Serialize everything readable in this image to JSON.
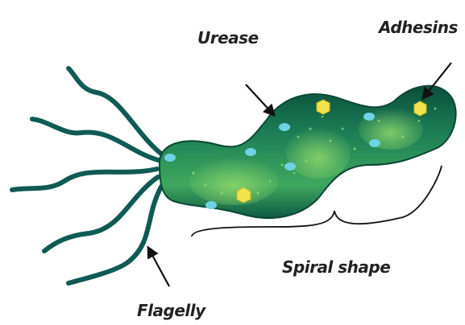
{
  "labels": {
    "urease": "Urease",
    "adhesins": "Adhesins",
    "spiral_shape": "Spiral shape",
    "flagelly": "Flagelly"
  },
  "colors": {
    "body_dark": "#0e5a45",
    "body_mid": "#1f8a5e",
    "body_light": "#7fcf6a",
    "flagella": "#0f5a54",
    "spot_blue": "#6fd3e6",
    "spot_yellow": "#f2e34a",
    "label": "#222222",
    "arrow": "#111111"
  },
  "icons": {
    "bacterium": "helicobacter-bacterium-illustration",
    "arrow": "pointer-arrow"
  }
}
